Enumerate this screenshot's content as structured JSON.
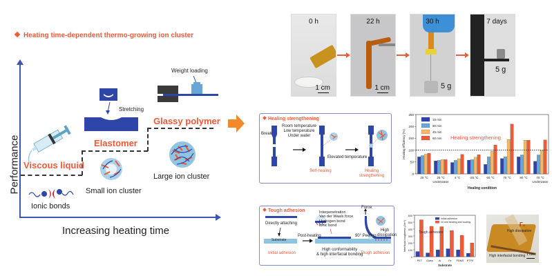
{
  "left_panel": {
    "title": "Heating time-dependent thermo-growing ion cluster",
    "y_axis_label": "Performance",
    "x_axis_label": "Increasing heating time",
    "stages": [
      "Viscous liquid",
      "Elastomer",
      "Glassy polymer"
    ],
    "labels": {
      "weight_loading": "Weight loading",
      "stretching": "Stretching",
      "small_ion_cluster": "Small ion cluster",
      "large_ion_cluster": "Large ion cluster",
      "ionic_bonds": "Ionic bonds"
    },
    "colors": {
      "accent": "#ee5a3a",
      "axis": "#3b56b0",
      "material": "#2e46a8"
    }
  },
  "photos": [
    {
      "caption": "0 h",
      "scale": "1 cm"
    },
    {
      "caption": "22 h",
      "scale": "1 cm"
    },
    {
      "caption": "30 h",
      "weight": "5 g"
    },
    {
      "caption": "7 days",
      "weight": "5 g"
    }
  ],
  "healing_panel": {
    "title": "Healing strengthening",
    "break_label": "Break",
    "conditions": [
      "Room temperature",
      "Low temperature",
      "Under water"
    ],
    "elevated_label": "Elevated temperature",
    "self_healing": "Self-healing",
    "healing_strengthening": "Healing strengthening"
  },
  "adhesion_panel": {
    "title": "Tough adhesion",
    "directly_attaching": "Directly attaching",
    "substrate": "Substrate",
    "initial_adhesion": "Initial adhesion",
    "post_heating": "Post-heating",
    "mechanisms": [
      "Interpenetration",
      "Van der Waals force",
      "Hydrogen bond",
      "Ionic bond"
    ],
    "high_conformability": "High conformability",
    "high_interfacial": "& high interfacial bonding",
    "peeling": "90° Peeling",
    "force": "Force",
    "high_dissipation": "High dissipation",
    "tough_adhesion": "Tough adhesion",
    "gamma_label": "Γ₀"
  },
  "adhesion_photo": {
    "gamma": "Γ₀",
    "high_dissipation": "High dissipation",
    "high_interfacial_bonding": "High interfacial bonding",
    "scale": "1 cm"
  },
  "chart_data": [
    {
      "type": "bar",
      "title": "",
      "annotation": "Healing strengthening",
      "xlabel": "Healing condition",
      "ylabel": "Healing efficiency (%)",
      "ylim": [
        0,
        250
      ],
      "yticks": [
        0,
        50,
        100,
        150,
        200,
        250
      ],
      "reference_line": 100,
      "legend_position": "top-left",
      "categories": [
        "25 °C",
        "25 °C Underwater",
        "4 °C",
        "-20 °C",
        "60 °C",
        "70 °C",
        "80 °C",
        "70 °C Underwater"
      ],
      "series": [
        {
          "name": "15 min",
          "color": "#2e46a8",
          "values": [
            72,
            55,
            48,
            58,
            40,
            65,
            72,
            53
          ]
        },
        {
          "name": "30 min",
          "color": "#6aa5d8",
          "values": [
            77,
            57,
            57,
            60,
            72,
            72,
            80,
            80
          ]
        },
        {
          "name": "45 min",
          "color": "#f7b764",
          "values": [
            83,
            60,
            64,
            70,
            95,
            145,
            142,
            98
          ]
        },
        {
          "name": "60 min",
          "color": "#ee5a3a",
          "values": [
            87,
            60,
            82,
            81,
            122,
            210,
            142,
            143
          ]
        }
      ]
    },
    {
      "type": "bar",
      "title": "",
      "annotation": "Tough adhesion",
      "xlabel": "Substrate",
      "ylabel": "Interfacial toughness (J/m²)",
      "ylim": [
        0,
        600
      ],
      "yticks": [
        0,
        100,
        200,
        300,
        400,
        500,
        600
      ],
      "legend_position": "top",
      "categories": [
        "PET",
        "Glass",
        "Al",
        "Fe",
        "PDMS",
        "PTFE"
      ],
      "series": [
        {
          "name": "Initial adhesion",
          "color": "#2e46a8",
          "values": [
            75,
            55,
            100,
            115,
            100,
            50
          ]
        },
        {
          "name": "10 min heating and cooling",
          "color": "#ee5a3a",
          "values": [
            535,
            440,
            435,
            380,
            310,
            200
          ]
        }
      ]
    }
  ]
}
